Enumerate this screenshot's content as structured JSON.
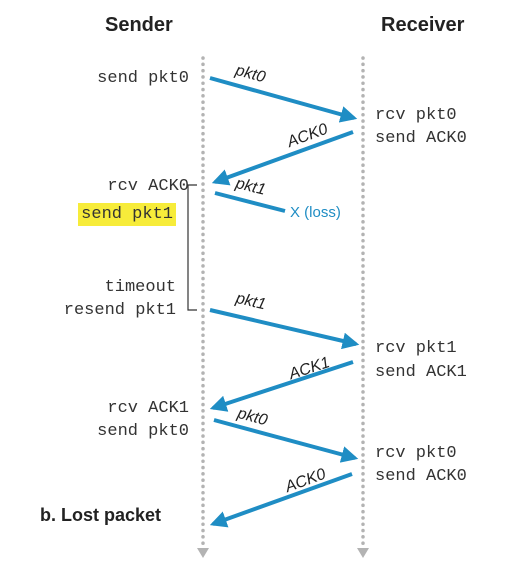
{
  "columns": {
    "sender": "Sender",
    "receiver": "Receiver"
  },
  "sender_events": {
    "send_pkt0_a": "send pkt0",
    "rcv_ack0": "rcv ACK0",
    "send_pkt1": "send pkt1",
    "timeout": "timeout",
    "resend_pkt1": "resend pkt1",
    "rcv_ack1": "rcv ACK1",
    "send_pkt0_b": "send pkt0"
  },
  "receiver_events": {
    "rcv_pkt0_a": "rcv pkt0",
    "send_ack0_a": "send ACK0",
    "rcv_pkt1": "rcv pkt1",
    "send_ack1": "send ACK1",
    "rcv_pkt0_b": "rcv pkt0",
    "send_ack0_b": "send ACK0"
  },
  "messages": {
    "m1": "pkt0",
    "m2": "ACK0",
    "m3": "pkt1",
    "m4": "pkt1",
    "m5": "ACK1",
    "m6": "pkt0",
    "m7": "ACK0"
  },
  "loss_label": "X (loss)",
  "caption": "b. Lost packet",
  "colors": {
    "arrow": "#1f8dc4",
    "timeline": "#b3b3b3",
    "highlight": "#f7ec3a"
  }
}
